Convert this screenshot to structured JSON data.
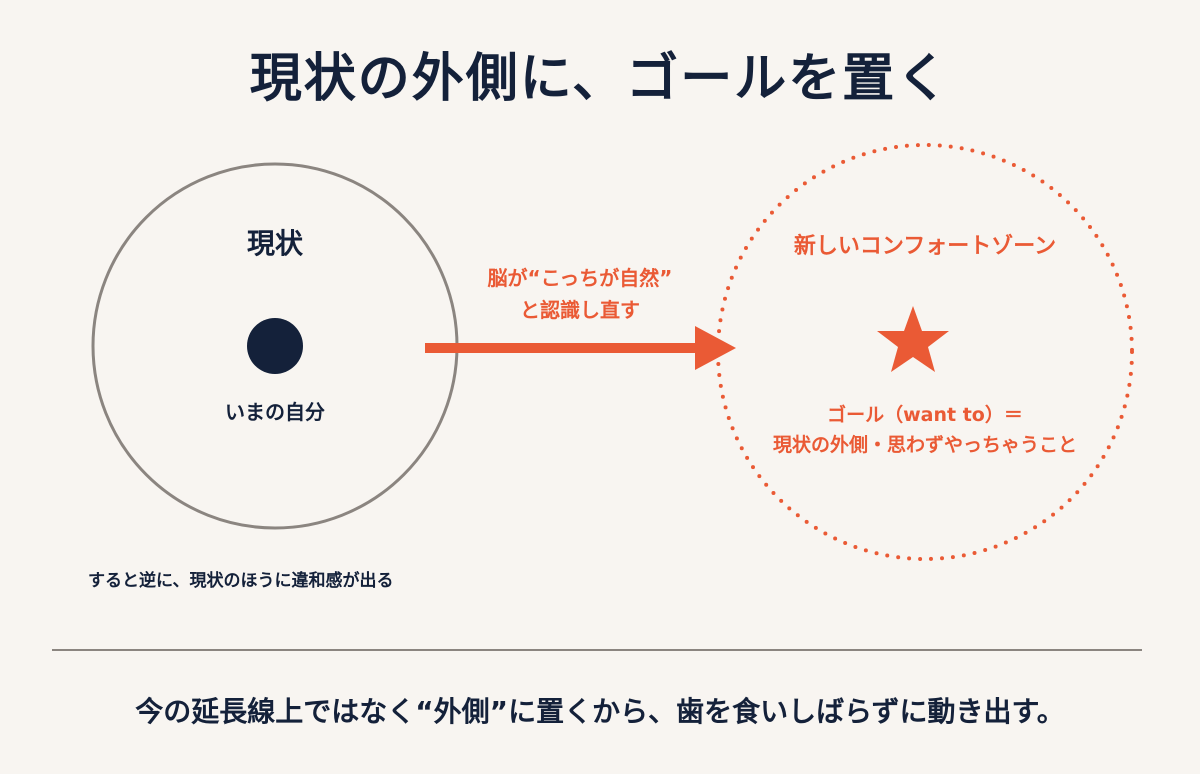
{
  "title": "現状の外側に、ゴールを置く",
  "current_state": {
    "label": "現状",
    "self_label": "いまの自分"
  },
  "arrow": {
    "caption_line1": "脳が“こっちが自然”",
    "caption_line2": "と認識し直す"
  },
  "new_zone": {
    "label": "新しいコンフォートゾーン",
    "goal_line1": "ゴール（want to）＝",
    "goal_line2": "現状の外側・思わずやっちゃうこと"
  },
  "side_note": "すると逆に、現状のほうに違和感が出る",
  "bottom_message": "今の延長線上ではなく“外側”に置くから、歯を食いしばらずに動き出す。",
  "colors": {
    "navy": "#14213a",
    "accent": "#ea5a35",
    "circle_stroke": "#8b8580",
    "background": "#f8f5f1"
  }
}
